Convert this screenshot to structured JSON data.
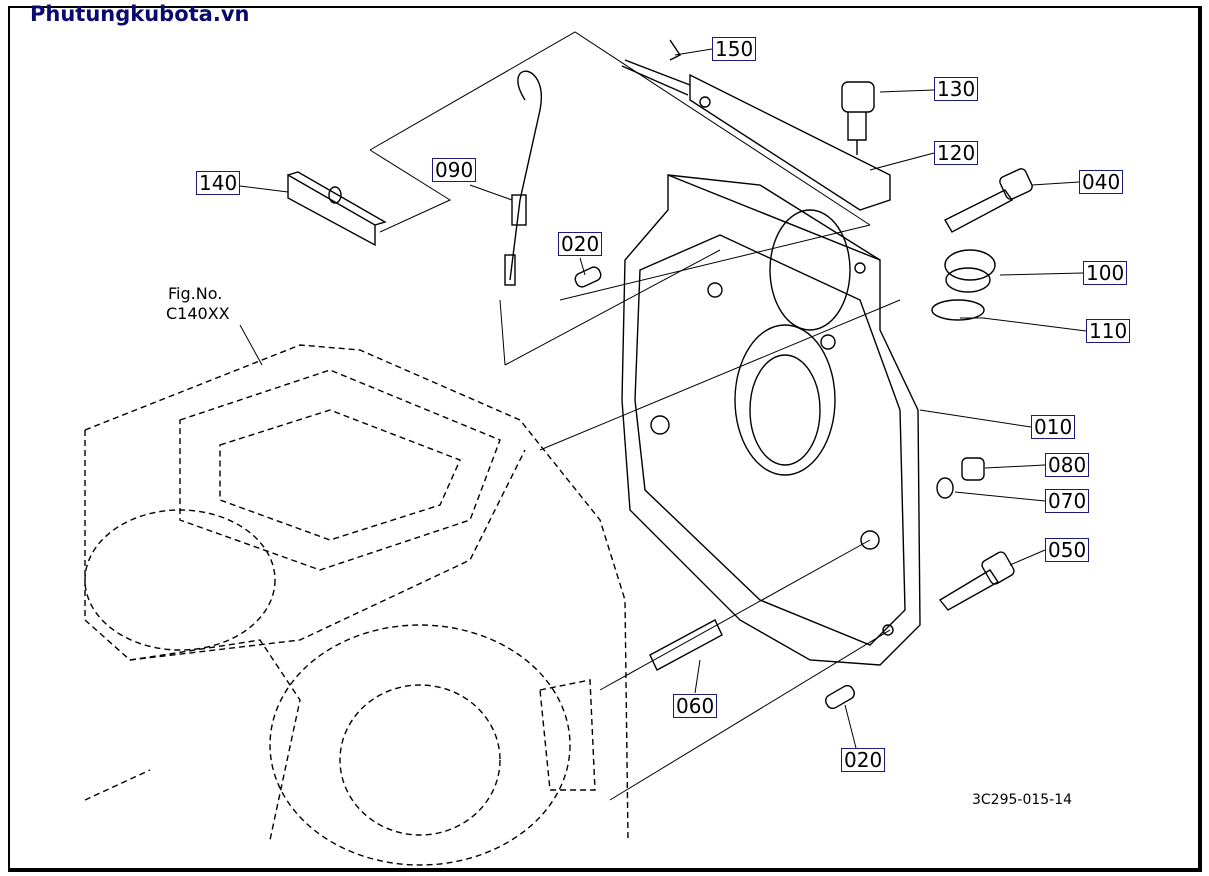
{
  "watermark": "Phutungkubota.vn",
  "figure_reference": {
    "line1": "Fig.No.",
    "line2": "C140XX"
  },
  "drawing_code": "3C295-015-14",
  "part_labels": {
    "p150": "150",
    "p130": "130",
    "p120": "120",
    "p040": "040",
    "p100": "100",
    "p110": "110",
    "p010": "010",
    "p080": "080",
    "p070": "070",
    "p050": "050",
    "p140": "140",
    "p090": "090",
    "p020_top": "020",
    "p060": "060",
    "p020_bottom": "020"
  }
}
